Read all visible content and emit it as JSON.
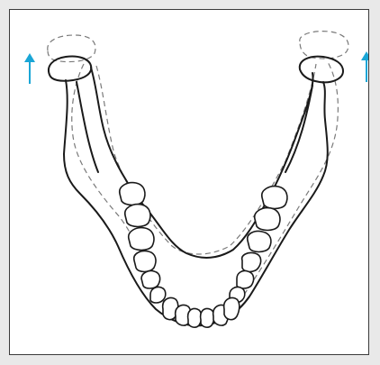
{
  "figure": {
    "subject": "mandible-outline",
    "background_color": "#ffffff",
    "page_background_color": "#e9e9e9",
    "line_color": "#1a1a1a",
    "dashed_line_color": "#7a7a7a",
    "arrow_color": "#1aa6d6",
    "arrows": [
      {
        "side": "left",
        "direction": "up"
      },
      {
        "side": "right",
        "direction": "up"
      }
    ],
    "outlines": [
      {
        "name": "current-position",
        "style": "solid"
      },
      {
        "name": "previous-position",
        "style": "dashed"
      }
    ]
  }
}
